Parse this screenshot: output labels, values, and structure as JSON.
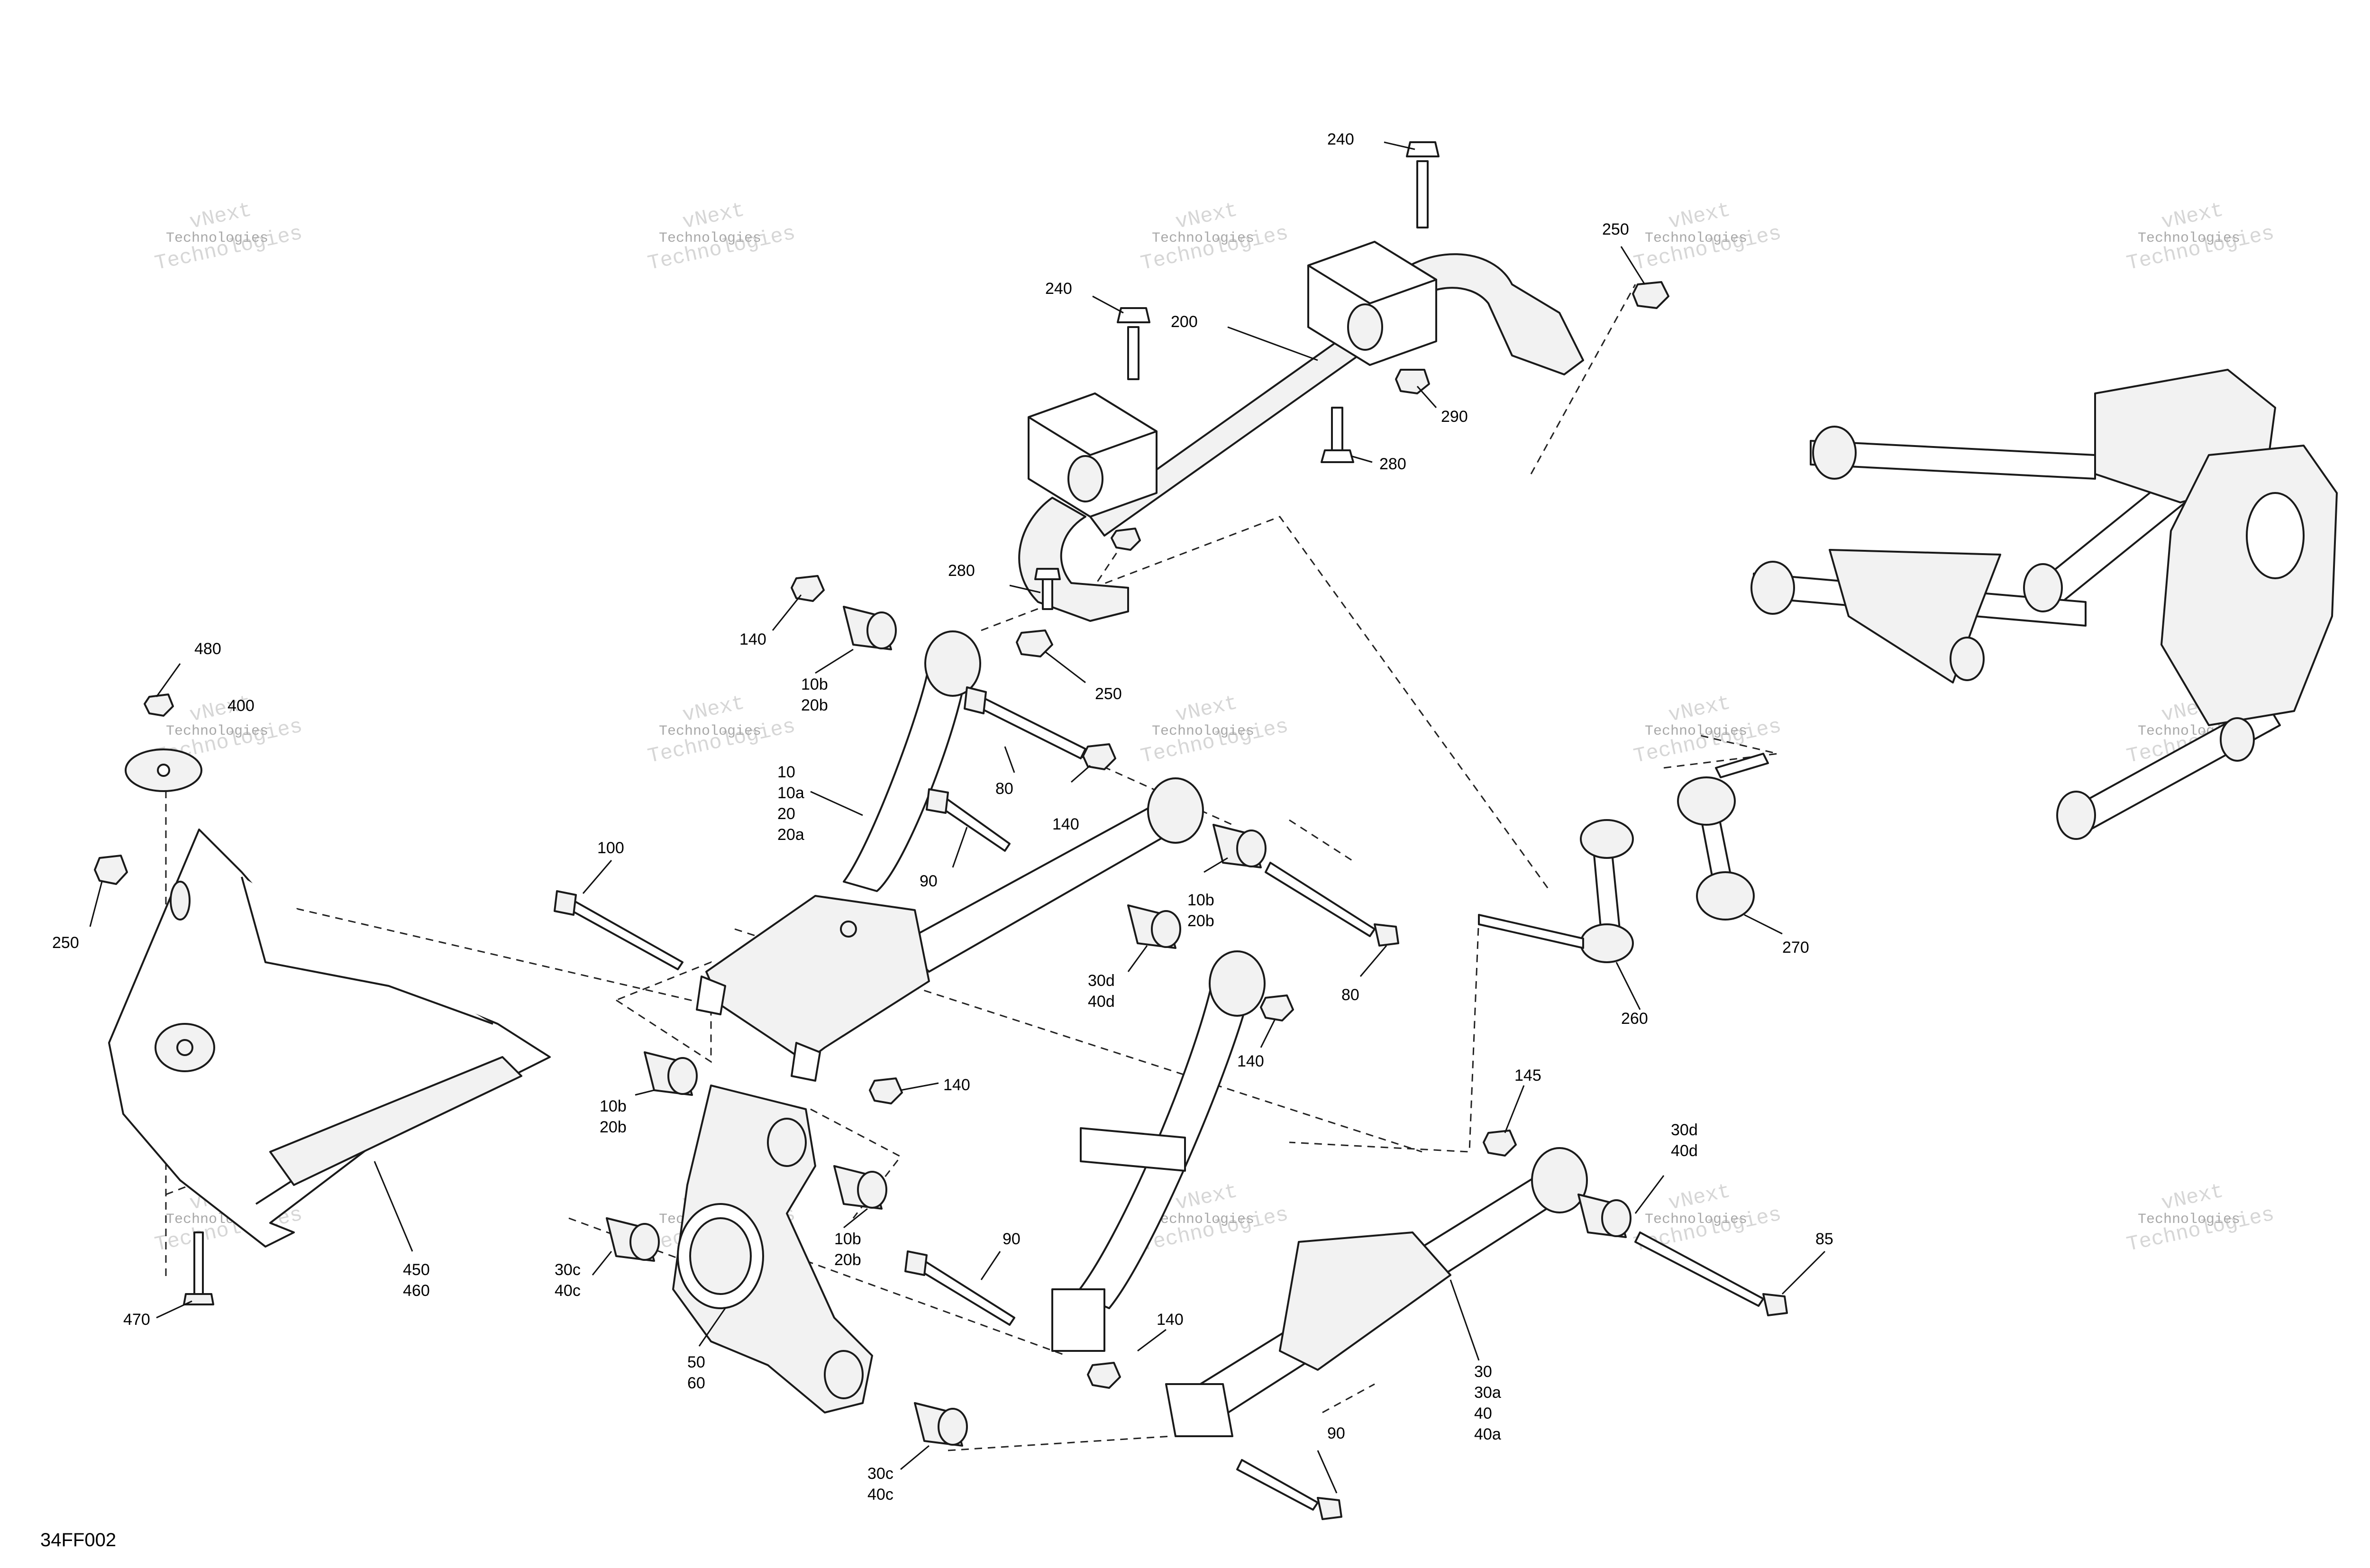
{
  "diagram": {
    "reference_code": "34FF002",
    "watermark": {
      "line1": "vNext",
      "line2": "Technologies"
    },
    "callouts": {
      "c240a": [
        "240"
      ],
      "c240b": [
        "240"
      ],
      "c200": [
        "200"
      ],
      "c250a": [
        "250"
      ],
      "c290": [
        "290"
      ],
      "c280a": [
        "280"
      ],
      "c280b": [
        "280"
      ],
      "c250b": [
        "250"
      ],
      "c140a": [
        "140"
      ],
      "c10b20b_a": [
        "10b",
        "20b"
      ],
      "c480": [
        "480"
      ],
      "c400": [
        "400"
      ],
      "c10": [
        "10",
        "10a",
        "20",
        "20a"
      ],
      "c80a": [
        "80"
      ],
      "c140b": [
        "140"
      ],
      "c90a": [
        "90"
      ],
      "c100": [
        "100"
      ],
      "c250c": [
        "250"
      ],
      "c10b20b_b": [
        "10b",
        "20b"
      ],
      "c30d40d_a": [
        "30d",
        "40d"
      ],
      "c80b": [
        "80"
      ],
      "c140c": [
        "140"
      ],
      "c140d": [
        "140"
      ],
      "c260": [
        "260"
      ],
      "c270": [
        "270"
      ],
      "c10b20b_c": [
        "10b",
        "20b"
      ],
      "c145": [
        "145"
      ],
      "c30d40d_b": [
        "30d",
        "40d"
      ],
      "c85": [
        "85"
      ],
      "c450": [
        "450",
        "460"
      ],
      "c10b20b_d": [
        "10b",
        "20b"
      ],
      "c30c40c_a": [
        "30c",
        "40c"
      ],
      "c90b": [
        "90"
      ],
      "c470": [
        "470"
      ],
      "c140e": [
        "140"
      ],
      "c50": [
        "50",
        "60"
      ],
      "c30": [
        "30",
        "30a",
        "40",
        "40a"
      ],
      "c30c40c_b": [
        "30c",
        "40c"
      ],
      "c90c": [
        "90"
      ]
    }
  }
}
